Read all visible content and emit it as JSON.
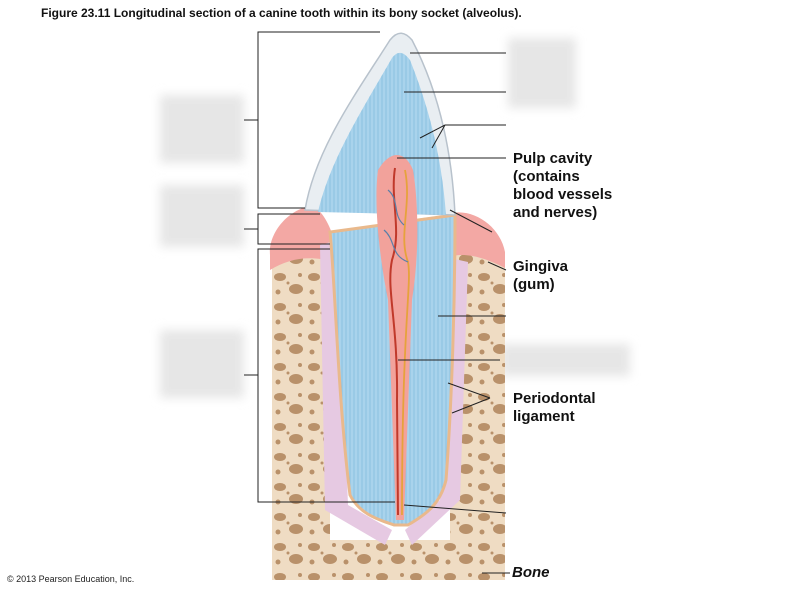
{
  "caption": "Figure 23.11  Longitudinal section of a canine tooth within its bony socket (alveolus).",
  "copyright": "© 2013 Pearson Education, Inc.",
  "labels": {
    "pulp_cavity": [
      "Pulp cavity",
      "(contains",
      "blood vessels",
      "and nerves)"
    ],
    "gingiva": [
      "Gingiva",
      "(gum)"
    ],
    "periodontal_ligament": [
      "Periodontal",
      "ligament"
    ],
    "bone": "Bone"
  },
  "colors": {
    "enamel": "#e9eef2",
    "dentin": "#a9d3ec",
    "pulp": "#f2a29b",
    "gingiva": "#f3a8a4",
    "bone": "#efdcc3",
    "bone_pores": "#b9916a",
    "ligament": "#e6c9e2",
    "cementum": "#f1d6b8",
    "leader": "#222222"
  }
}
